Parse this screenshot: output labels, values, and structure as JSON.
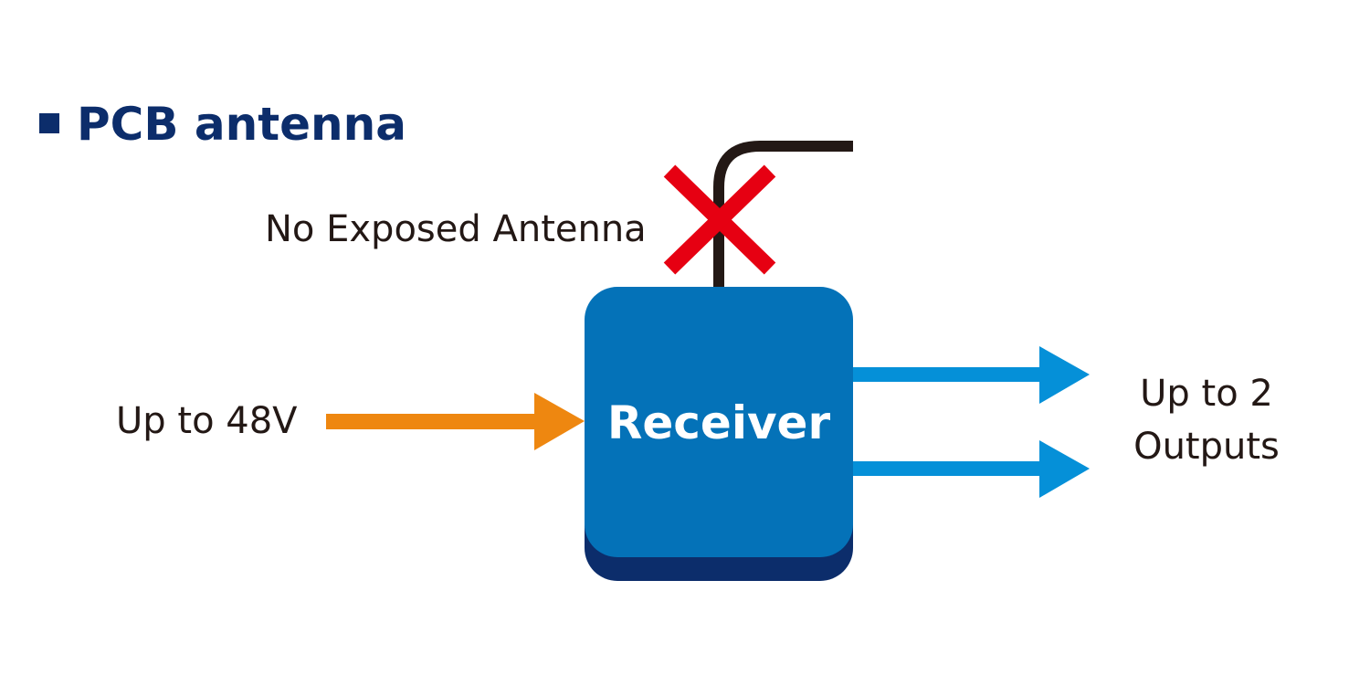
{
  "title": "PCB antenna",
  "antenna_label": "No Exposed Antenna",
  "input_label": "Up to 48V",
  "receiver_label": "Receiver",
  "output_label_line1": "Up to 2",
  "output_label_line2": "Outputs",
  "colors": {
    "title": "#0c2d6b",
    "receiver_top": "#0472b8",
    "receiver_base": "#0c2d6b",
    "input_arrow": "#ee8710",
    "output_arrow": "#0590d8",
    "antenna_wire": "#231815",
    "cross": "#e60012",
    "text": "#231815"
  }
}
